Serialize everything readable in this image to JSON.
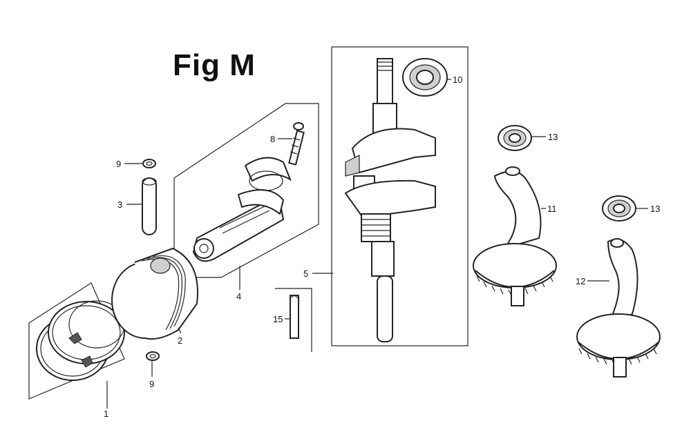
{
  "title": "Fig M",
  "callouts": {
    "c1": "1",
    "c2": "2",
    "c3": "3",
    "c4": "4",
    "c5": "5",
    "c8": "8",
    "c9a": "9",
    "c9b": "9",
    "c10": "10",
    "c11": "11",
    "c12": "12",
    "c13a": "13",
    "c13b": "13",
    "c15": "15"
  }
}
